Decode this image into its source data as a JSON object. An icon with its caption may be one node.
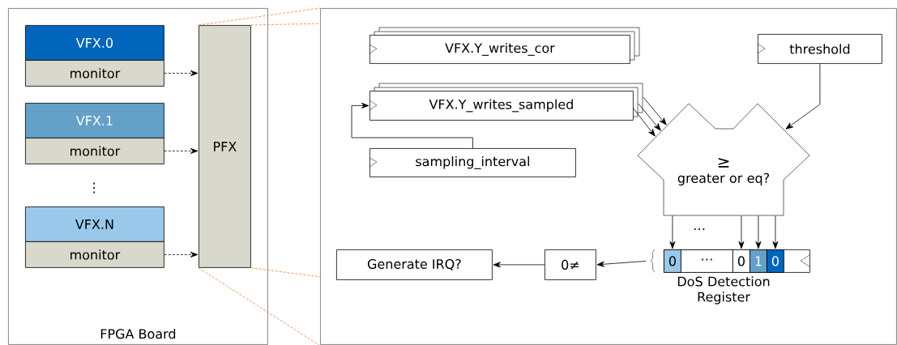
{
  "diagram": {
    "nodes": [
      {
        "text": [
          "FPGA Board"
        ]
      },
      {
        "text": [
          "VFX.0"
        ],
        "in": 0
      },
      {
        "text": [
          "monitor"
        ],
        "in": 0
      },
      {
        "text": [
          "VFX.1"
        ],
        "in": 0
      },
      {
        "text": [
          "monitor"
        ],
        "in": 0
      },
      {
        "text": [
          "VFX.N"
        ],
        "in": 0
      },
      {
        "text": [
          "monitor"
        ],
        "in": 0
      },
      {
        "text": [
          "PFX"
        ],
        "in": 0
      },
      {
        "text": [],
        "shape": "box"
      },
      {
        "text": [
          "VFX.Y_writes_cor"
        ],
        "in": 8
      },
      {
        "text": [
          "threshold"
        ],
        "in": 8
      },
      {
        "text": [
          "VFX.Y_writes_sampled"
        ],
        "in": 8
      },
      {
        "text": [
          "sampling_interval"
        ],
        "in": 8
      },
      {
        "text": [
          "≥",
          "greater or eq?"
        ],
        "in": 8
      },
      {
        "text": [],
        "shape": "bar",
        "beside": [
          "DoS Detection Register"
        ],
        "in": 8
      },
      {
        "text": [
          "0"
        ],
        "in": 14
      },
      {
        "text": [
          "⋯"
        ],
        "in": 14
      },
      {
        "text": [
          "0"
        ],
        "in": 14
      },
      {
        "text": [
          "1"
        ],
        "in": 14
      },
      {
        "text": [
          "0"
        ],
        "in": 14
      },
      {
        "text": [
          "0≠"
        ],
        "in": 8
      },
      {
        "text": [
          "Generate IRQ?"
        ],
        "in": 8
      }
    ],
    "edges": [
      {
        "from": 2,
        "to": 7,
        "arrow": "to",
        "style": "dashed"
      },
      {
        "from": 4,
        "to": 7,
        "arrow": "to",
        "style": "dashed"
      },
      {
        "from": 6,
        "to": 7,
        "arrow": "to",
        "style": "dashed"
      },
      {
        "from": 11,
        "to": 13,
        "arrow": "to"
      },
      {
        "from": 11,
        "to": 13,
        "arrow": "to"
      },
      {
        "from": 11,
        "to": 13,
        "arrow": "to"
      },
      {
        "from": 10,
        "to": 13,
        "arrow": "to"
      },
      {
        "from": 12,
        "to": 11,
        "arrow": "to"
      },
      {
        "from": 13,
        "to": 15,
        "arrow": "to"
      },
      {
        "from": 13,
        "to": 17,
        "arrow": "to"
      },
      {
        "from": 13,
        "to": 18,
        "arrow": "to"
      },
      {
        "from": 13,
        "to": 19,
        "arrow": "to"
      },
      {
        "from": 14,
        "to": 20,
        "arrow": "to"
      },
      {
        "from": 20,
        "to": 21,
        "arrow": "to"
      },
      {
        "from": 7,
        "to": 8,
        "arrow": "none",
        "style": "dashed",
        "color": "#e87d2e"
      },
      {
        "from": 7,
        "to": 8,
        "arrow": "none",
        "style": "dashed",
        "color": "#e87d2e"
      },
      {
        "from": 7,
        "to": 8,
        "arrow": "none",
        "style": "dashed",
        "color": "#e87d2e"
      },
      {
        "from": 7,
        "to": 8,
        "arrow": "none",
        "style": "dashed",
        "color": "#e87d2e"
      }
    ],
    "labels": [
      "⋮",
      "⋯"
    ]
  }
}
